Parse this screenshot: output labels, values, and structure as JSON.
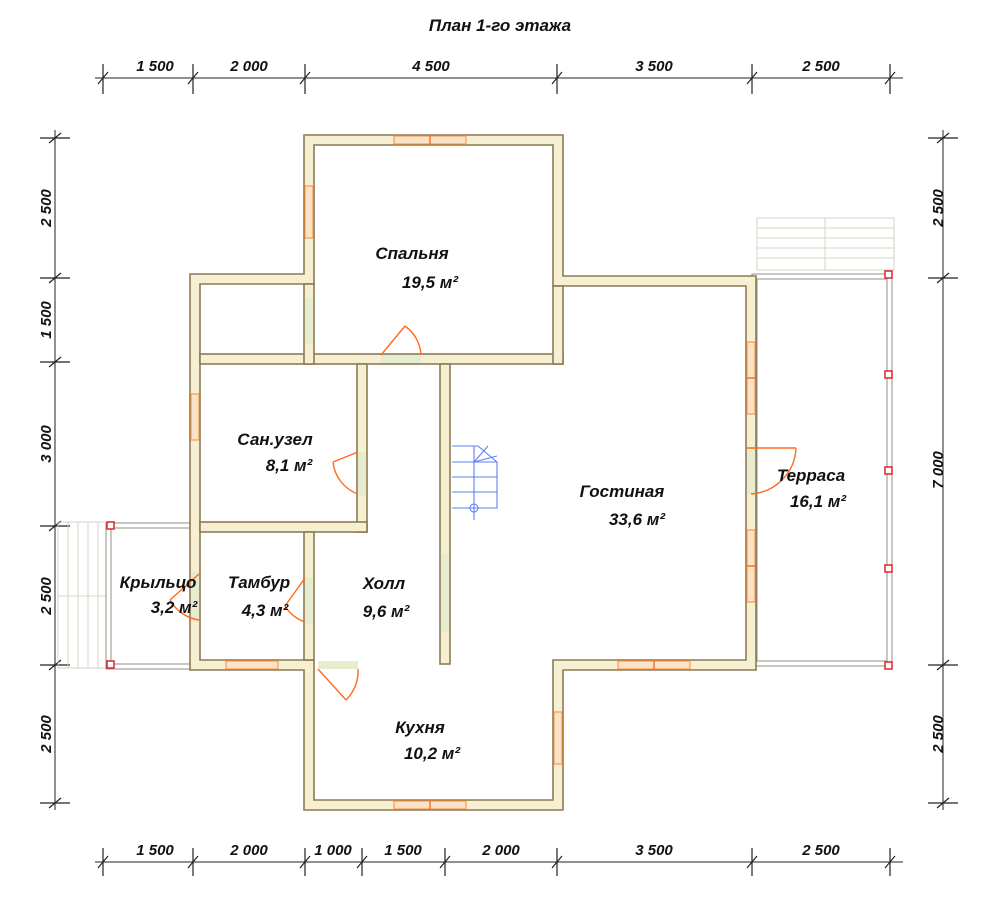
{
  "title": "План 1-го этажа",
  "dimensions": {
    "top": [
      "1 500",
      "2 000",
      "4 500",
      "3 500",
      "2 500"
    ],
    "bottom": [
      "1 500",
      "2 000",
      "1 000",
      "1 500",
      "2 000",
      "3 500",
      "2 500"
    ],
    "left": [
      "2 500",
      "1 500",
      "3 000",
      "2 500",
      "2 500"
    ],
    "right": [
      "2 500",
      "7 000",
      "2 500"
    ]
  },
  "rooms": {
    "bedroom": {
      "name": "Спальня",
      "area": "19,5 м²"
    },
    "bathroom": {
      "name": "Сан.узел",
      "area": "8,1 м²"
    },
    "living": {
      "name": "Гостиная",
      "area": "33,6 м²"
    },
    "terrace": {
      "name": "Терраса",
      "area": "16,1 м²"
    },
    "porch": {
      "name": "Крыльцо",
      "area": "3,2 м²"
    },
    "vestibule": {
      "name": "Тамбур",
      "area": "4,3 м²"
    },
    "hall": {
      "name": "Холл",
      "area": "9,6 м²"
    },
    "kitchen": {
      "name": "Кухня",
      "area": "10,2 м²"
    }
  },
  "colors": {
    "wall": "#f7efd2",
    "window": "#ff8a30",
    "door": "#ff6a1a",
    "post": "#d8262b",
    "stair": "#5f80f0"
  }
}
